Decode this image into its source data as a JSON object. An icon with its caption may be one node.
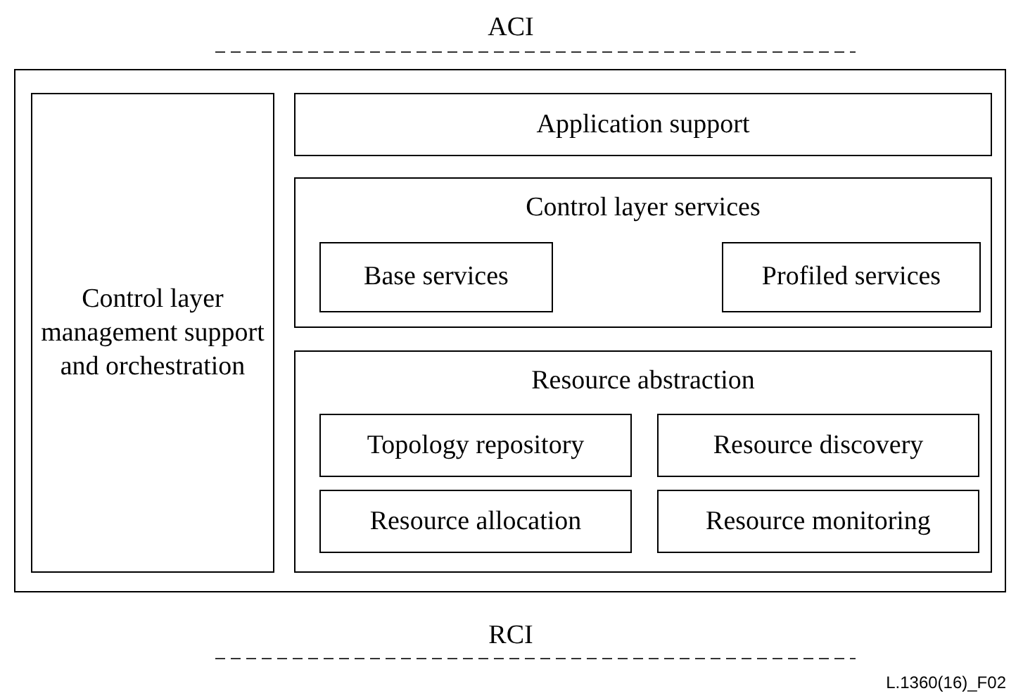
{
  "diagram": {
    "nodes": [
      {
        "text": [],
        "shape": "box"
      },
      {
        "text": [
          "Control layer management support and orchestration"
        ],
        "in": 0
      },
      {
        "text": [
          "Application support"
        ],
        "in": 0
      },
      {
        "text": [
          "Control layer services"
        ],
        "in": 0
      },
      {
        "text": [
          "Base services"
        ],
        "in": 3
      },
      {
        "text": [
          "Profiled services"
        ],
        "in": 3
      },
      {
        "text": [
          "Resource abstraction"
        ],
        "in": 0
      },
      {
        "text": [
          "Topology repository"
        ],
        "in": 6
      },
      {
        "text": [
          "Resource discovery"
        ],
        "in": 6
      },
      {
        "text": [
          "Resource allocation"
        ],
        "in": 6
      },
      {
        "text": [
          "Resource monitoring"
        ],
        "in": 6
      }
    ],
    "labels": [
      "ACI",
      "RCI",
      "L.1360(16)_F02"
    ]
  }
}
